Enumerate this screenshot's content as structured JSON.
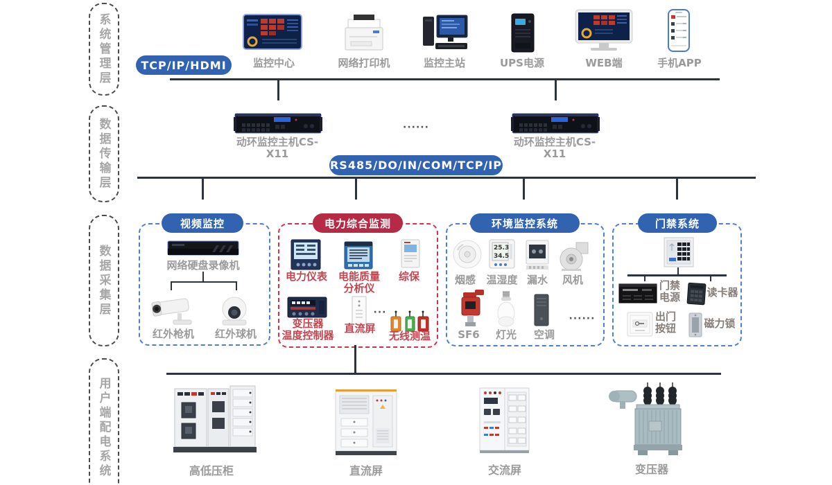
{
  "layer_labels": [
    {
      "label": "系统管理层"
    },
    {
      "label": "数据传输层"
    },
    {
      "label": "数据采集层"
    },
    {
      "label": "用户端配电系统"
    }
  ],
  "buses": {
    "tcp_pill": "TCP/IP/HDMI",
    "rs485_pill": "RS485/DO/IN/COM/TCP/IP"
  },
  "management_devices": [
    {
      "label": "监控中心"
    },
    {
      "label": "网络打印机"
    },
    {
      "label": "监控主站"
    },
    {
      "label": "UPS电源"
    },
    {
      "label": "WEB端"
    },
    {
      "label": "手机APP"
    }
  ],
  "transmission": {
    "host_left": "动环监控主机CS-X11",
    "host_right": "动环监控主机CS-X11",
    "ellipsis": "······"
  },
  "groups": {
    "video": {
      "title": "视频监控",
      "nvr": "网络硬盘录像机",
      "devices": [
        {
          "label": "红外枪机"
        },
        {
          "label": "红外球机"
        }
      ]
    },
    "power": {
      "title": "电力综合监测",
      "ellipsis": "···",
      "devices": [
        {
          "label": "电力仪表"
        },
        {
          "label": "电能质量\n分析仪"
        },
        {
          "label": "综保"
        },
        {
          "label": "变压器\n温度控制器"
        },
        {
          "label": "直流屏"
        },
        {
          "label": "无线测温"
        }
      ]
    },
    "env": {
      "title": "环境监控系统",
      "ellipsis": "······",
      "devices": [
        {
          "label": "烟感"
        },
        {
          "label": "温湿度"
        },
        {
          "label": "漏水"
        },
        {
          "label": "风机"
        },
        {
          "label": "SF6"
        },
        {
          "label": "灯光"
        },
        {
          "label": "空调"
        }
      ]
    },
    "access": {
      "title": "门禁系统",
      "devices": [
        {
          "label": "门禁\n电源"
        },
        {
          "label": "读卡器"
        },
        {
          "label": "出门\n按钮"
        },
        {
          "label": "磁力锁"
        }
      ]
    }
  },
  "distribution_devices": [
    {
      "label": "高低压柜"
    },
    {
      "label": "直流屏"
    },
    {
      "label": "交流屏"
    },
    {
      "label": "变压器"
    }
  ],
  "env_meter": {
    "temp": "25.3",
    "hum": "34.5"
  },
  "colors": {
    "pill_blue": "#3163b1",
    "pill_red": "#b52b45",
    "dash_blue": "#4d7ed2",
    "dash_red": "#d43048",
    "label_gray": "#9a9a9a",
    "label_red": "#c4454f",
    "line": "#2b333e"
  }
}
